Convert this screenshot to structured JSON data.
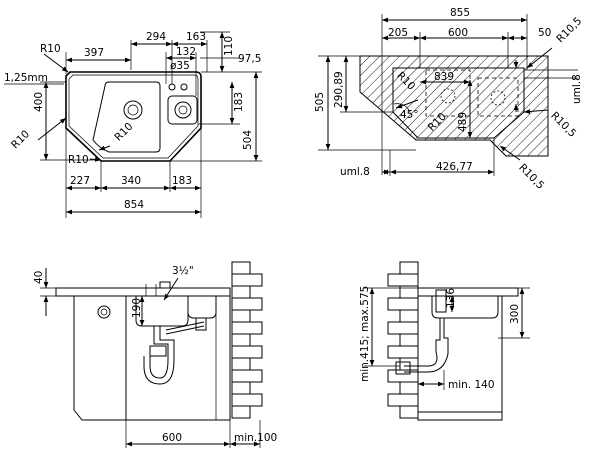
{
  "top_left": {
    "r_top": "R10",
    "d397": "397",
    "d294": "294",
    "d163": "163",
    "d110": "110",
    "d97_5": "97,5",
    "phi35": "ø35",
    "d132": "132",
    "d1_25": "1,25mm",
    "d400": "400",
    "r_left": "R10",
    "r_mid": "R10",
    "r_bottom": "R10",
    "d183v": "183",
    "d504": "504",
    "d227": "227",
    "d340": "340",
    "d183h": "183",
    "d854": "854"
  },
  "top_right": {
    "d855": "855",
    "d205": "205",
    "d600": "600",
    "d50": "50",
    "r10_5a": "R10,5",
    "d505": "505",
    "d290_89": "290,89",
    "r10a": "R10",
    "d839": "839",
    "uml8_right": "uml.8",
    "d45": "45°",
    "r10b": "R10",
    "d489": "489",
    "r10_5b": "R10,5",
    "uml8_bottom": "uml.8",
    "d426_77": "426,77",
    "r10_5c": "R10,5"
  },
  "bottom_left": {
    "d40": "40",
    "d3_5": "3½\"",
    "d190": "190",
    "d600": "600",
    "min100": "min.100"
  },
  "bottom_right": {
    "min415": "min.415; max.575",
    "d136": "136",
    "d300": "300",
    "min140": "min. 140"
  }
}
